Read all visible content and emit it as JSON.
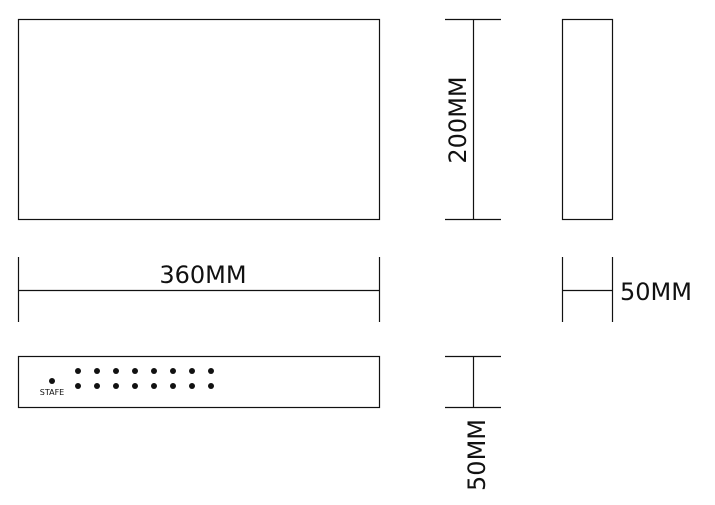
{
  "dimensions": {
    "width_label": "360MM",
    "height_label": "200MM",
    "depth_label_side": "50MM",
    "depth_label_front": "50MM"
  },
  "front_panel": {
    "status_label": "STAFE",
    "led_columns": 8,
    "led_rows": 2
  },
  "colors": {
    "line": "#111111",
    "background": "#ffffff"
  }
}
